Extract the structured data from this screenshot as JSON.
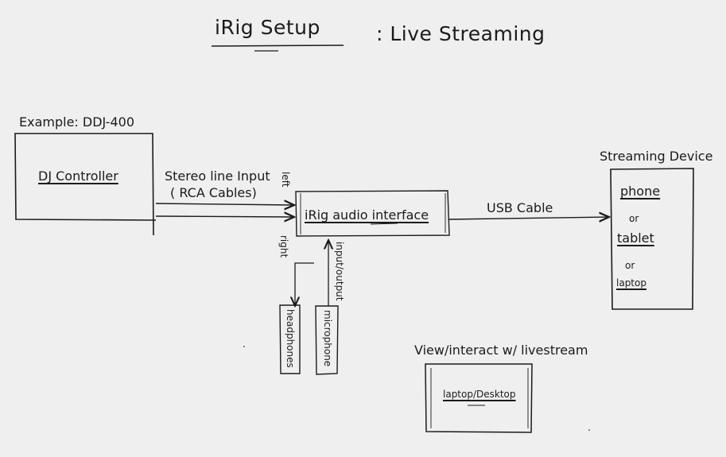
{
  "title": {
    "main": "iRig Setup",
    "suffix": ": Live Streaming"
  },
  "example_label": "Example: DDJ-400",
  "dj_controller": "DJ Controller",
  "stereo_input": {
    "line1": "Stereo line Input",
    "line2": "( RCA Cables)"
  },
  "irig_interface": "iRig audio interface",
  "usb_cable": "USB Cable",
  "streaming_device": {
    "title": "Streaming Device",
    "options": [
      "phone",
      "or",
      "tablet",
      "or",
      "laptop"
    ]
  },
  "side_labels": {
    "left": "left",
    "right": "right",
    "input_output": "input/output"
  },
  "headphones": "headphones",
  "microphone": "microphone",
  "view_label": "View/interact w/ livestream",
  "laptop_desktop": "laptop/Desktop"
}
